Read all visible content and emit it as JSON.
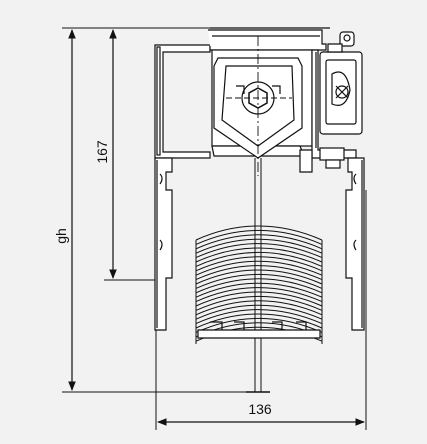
{
  "dimensions": {
    "total_height_label": "gh",
    "inner_height_label": "167",
    "width_label": "136"
  },
  "icons": [
    "dimension-arrow-icon",
    "shaft-hexagon-icon",
    "motor-drive-icon"
  ],
  "colors": {
    "background": "#f2f2f2",
    "line": "#111111",
    "fill": "#ffffff",
    "hatch": "#999999"
  }
}
